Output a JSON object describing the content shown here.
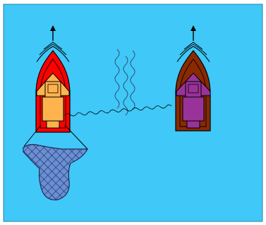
{
  "scene": {
    "water_color": "#3fc8f8",
    "line_color": "#000000",
    "boats": [
      {
        "id": "left",
        "hull_color": "#ff0000",
        "cabin_color": "#ffb34d",
        "has_net": true
      },
      {
        "id": "right",
        "hull_color": "#8a2a00",
        "cabin_color": "#993399",
        "has_net": false
      }
    ],
    "net_color": "#6a8fd4",
    "heading_indicator": "arrow-up",
    "water_disturbance": "wavy-lines",
    "connection": "towline"
  }
}
